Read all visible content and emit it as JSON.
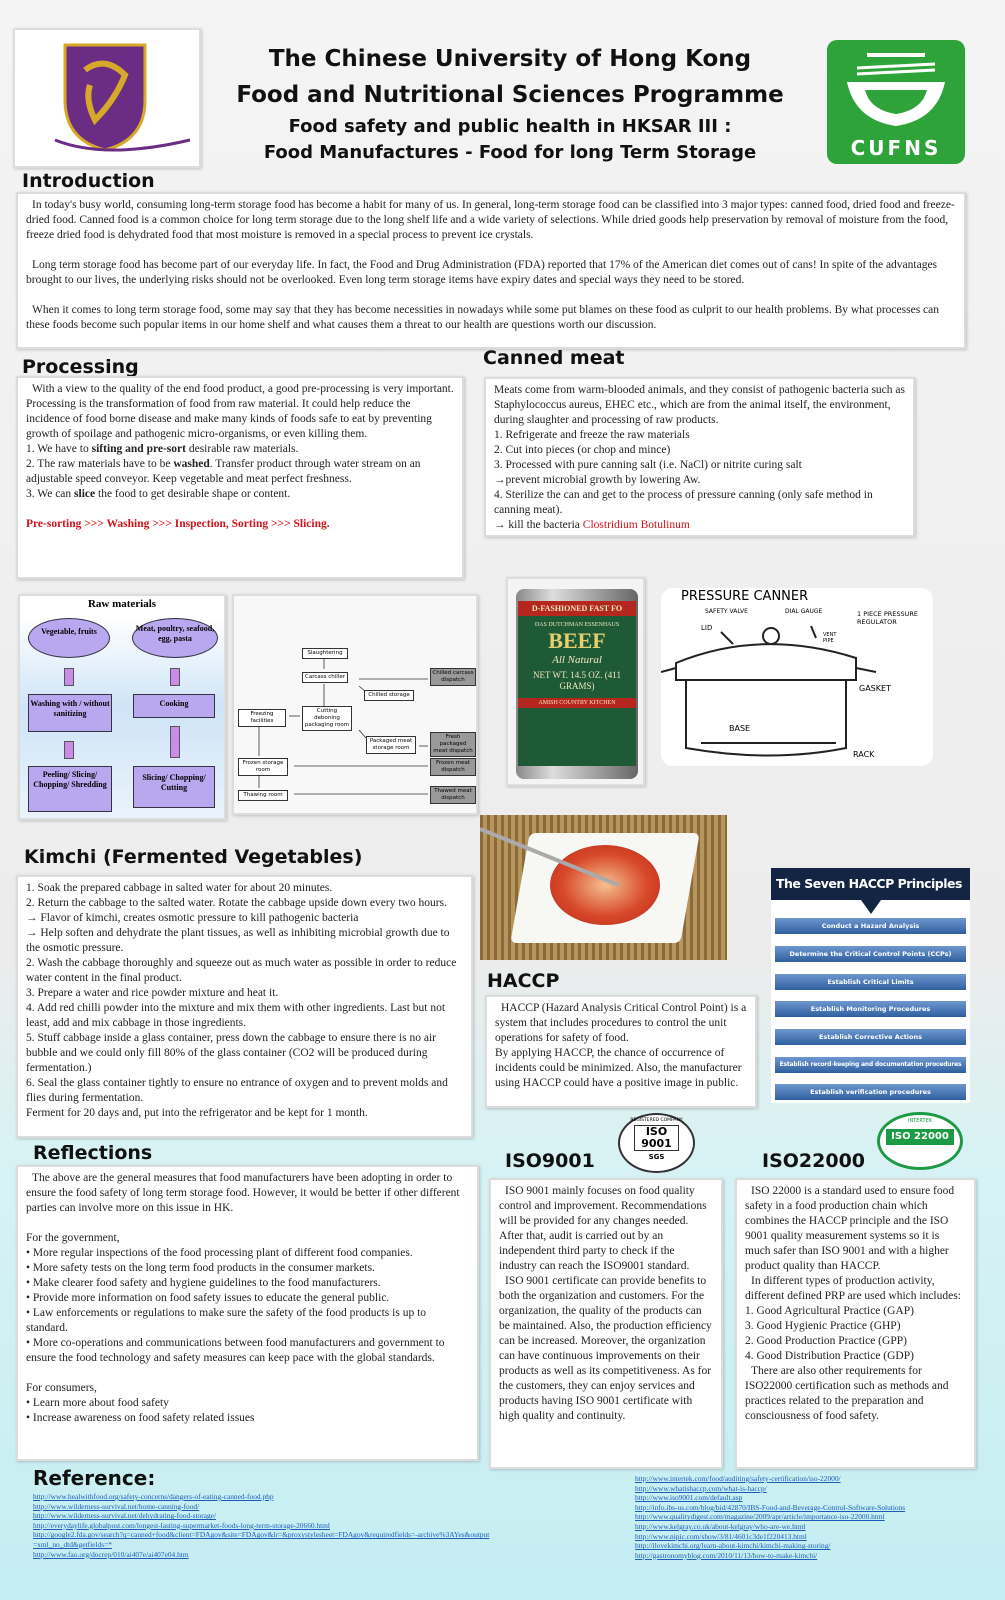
{
  "header": {
    "title1": "The Chinese University of Hong Kong",
    "title2": "Food and Nutritional Sciences Programme",
    "subtitle1": "Food safety and public health in HKSAR III :",
    "subtitle2": "Food Manufactures - Food for long Term Storage",
    "cufns_logo": "CUFNS",
    "colors": {
      "cufns_green": "#2ea33a",
      "cuhk_purple": "#6b2d83",
      "cuhk_gold": "#d7a92a"
    }
  },
  "introduction": {
    "heading": "Introduction",
    "paragraphs": [
      "In today's busy world, consuming long-term storage food has become a habit for many of us. In general, long-term storage food can be classified into 3 major types: canned food, dried food and freeze-dried food. Canned food is a common choice for long term storage due to the long shelf life and a wide variety of selections. While dried goods help preservation by removal of moisture from the food, freeze dried food is dehydrated food that most moisture is removed in a special process to prevent ice crystals.",
      "Long term storage food has become part of our everyday life. In fact, the Food and Drug Administration (FDA) reported that 17% of the American diet comes out of cans! In spite of the advantages brought to our lives, the underlying risks should not be overlooked. Even long term storage items have expiry dates and special ways they need to be stored.",
      "When it comes to long term storage food, some may say that they has become necessities in nowadays while some put blames on these food as culprit to our health problems. By what processes can these foods become such popular items in our home shelf and what causes them a threat to our health are questions worth our discussion."
    ]
  },
  "processing": {
    "heading": "Processing",
    "lines": [
      "With a view to the quality of the end food product, a good pre-processing is very important.",
      "Processing is the transformation of food from raw material. It could help reduce the incidence of food borne disease and make many kinds of foods safe to eat by preventing growth of spoilage and pathogenic micro-organisms, or even killing them."
    ],
    "step1_pre": "1. We have to ",
    "step1_bold": "sifting and pre-sort",
    "step1_post": " desirable raw materials.",
    "step2_pre": "2. The raw materials have to be ",
    "step2_bold": "washed",
    "step2_post": ". Transfer product through water stream on an adjustable speed conveyor. Keep vegetable and meat perfect freshness.",
    "step3_pre": "3. We can ",
    "step3_bold": "slice",
    "step3_post": " the food to get desirable shape or content.",
    "summary": "Pre-sorting >>> Washing >>> Inspection, Sorting >>> Slicing."
  },
  "canned_meat": {
    "heading": "Canned meat",
    "lines": [
      "Meats come from warm-blooded animals, and they consist of pathogenic bacteria such as Staphylococcus aureus, EHEC etc., which are from the animal itself, the environment, during slaughter and processing of raw products.",
      "1. Refrigerate and freeze the raw materials",
      "2. Cut into pieces (or chop and mince)",
      "3. Processed with pure canning salt (i.e. NaCl) or nitrite curing salt",
      "→prevent microbial growth by lowering Aw.",
      "4. Sterilize the can and get to the process of pressure canning (only safe method in canning meat)."
    ],
    "last_pre": "→ kill the bacteria ",
    "last_red": "Clostridium Botulinum"
  },
  "raw_materials": {
    "title": "Raw materials",
    "left_oval": "Vegetable, fruits",
    "right_oval": "Meat, poultry, seafood, egg, pasta",
    "left_step1": "Washing with / without sanitizing",
    "right_step1": "Cooking",
    "left_step2": "Peeling/ Slicing/ Chopping/ Shredding",
    "right_step2": "Slicing/ Chopping/ Cutting"
  },
  "flowchart": {
    "slaughtering": "Slaughtering",
    "carcass_chiller": "Carcass chiller",
    "chilled_storage": "Chilled storage",
    "chilled_dispatch": "Chilled carcass dispatch",
    "freezing": "Freezing facilities",
    "cutting": "Cutting deboning packaging room",
    "packaged": "Packaged meat storage room",
    "fresh_dispatch": "Fresh packaged meat dispatch",
    "frozen_storage": "Frozen storage room",
    "frozen_dispatch": "Frozen meat dispatch",
    "thawing": "Thawing room",
    "thawed_dispatch": "Thawed meat dispatch"
  },
  "can_label": {
    "top": "D-FASHIONED FAST FO",
    "brand": "DAS DUTCHMAN ESSENHAUS",
    "product": "BEEF",
    "natural": "All Natural",
    "weight": "NET WT. 14.5 OZ. (411 GRAMS)",
    "bottom": "AMISH COUNTRY KITCHEN"
  },
  "pressure_canner": {
    "title": "PRESSURE CANNER",
    "safety_valve": "SAFETY VALVE",
    "dial_gauge": "DIAL GAUGE",
    "lid": "LID",
    "regulator": "1 PIECE PRESSURE REGULATOR",
    "vent": "VENT PIPE",
    "gasket": "GASKET",
    "base": "BASE",
    "rack": "RACK"
  },
  "kimchi": {
    "heading": "Kimchi (Fermented Vegetables)",
    "lines": [
      "1. Soak the prepared cabbage in salted water for about 20 minutes.",
      "2. Return the cabbage to the salted water. Rotate the cabbage upside down every two hours.",
      "→ Flavor of kimchi, creates osmotic pressure to kill pathogenic bacteria",
      "→ Help soften and dehydrate the plant tissues, as well as inhibiting microbial growth due to the osmotic pressure.",
      "2. Wash the cabbage thoroughly and squeeze out as much water as possible in order to reduce water content in the final product.",
      "3. Prepare a water and rice powder mixture and heat it.",
      "4. Add red chilli powder into the mixture and mix them with other ingredients. Last but not least, add and mix cabbage in those ingredients.",
      "5. Stuff cabbage inside a glass container, press down the cabbage to ensure there is no air bubble and we could only fill 80% of the glass container (CO2 will be produced during fermentation.)",
      "6. Seal the glass container tightly to ensure no entrance of oxygen and to prevent molds and flies during fermentation.",
      "Ferment for 20 days and, put into the refrigerator and be kept for 1 month."
    ]
  },
  "haccp": {
    "heading": "HACCP",
    "lines": [
      "HACCP (Hazard Analysis Critical Control Point) is a system that includes procedures to control the unit operations for safety of food.",
      "By applying HACCP, the chance of occurrence of incidents could be minimized. Also, the manufacturer using HACCP could have a positive image in public."
    ]
  },
  "haccp_principles": {
    "title": "The Seven HACCP Principles",
    "items": [
      "Conduct a Hazard Analysis",
      "Determine the Critical Control Points (CCPs)",
      "Establish Critical Limits",
      "Establish Monitoring Procedures",
      "Establish Corrective Actions",
      "Establish record-keeping and documentation procedures",
      "Establish verification procedures"
    ]
  },
  "reflections": {
    "heading": "Reflections",
    "lines": [
      "The above are the general measures that food manufacturers have been adopting in order to ensure the food safety of long term storage food. However, it would be better if other different parties can involve more on this issue in HK.",
      "",
      "For the government,",
      "• More regular inspections of the food processing plant of different food companies.",
      "• More safety tests on the long term food products in the consumer markets.",
      "• Make clearer food safety and hygiene guidelines to the food manufacturers.",
      "• Provide more information on food safety issues to educate the general public.",
      "• Law enforcements or regulations to make sure the safety of the food products is up to standard.",
      "• More co-operations and communications between food manufacturers and government to ensure the food technology and safety measures can keep pace with the global standards.",
      "",
      "For consumers,",
      "• Learn more about food safety",
      "• Increase awareness on food safety related issues"
    ]
  },
  "iso9001": {
    "heading": "ISO9001",
    "logo": "ISO 9001",
    "logo_ring": "REGISTERED COMPANY",
    "logo_sgs": "SGS",
    "lines": [
      "ISO 9001 mainly focuses on food quality control and improvement. Recommendations will be provided for any changes needed. After that, audit is carried out by an independent third party to check if the industry can reach the ISO9001 standard.",
      "ISO 9001 certificate can provide benefits to both the organization and customers. For the organization, the quality of the products can be maintained. Also, the production efficiency can be increased. Moreover, the organization can have continuous improvements on their products as well as its competitiveness. As for the customers, they can enjoy services and products having ISO 9001 certificate with high quality and continuity."
    ]
  },
  "iso22000": {
    "heading": "ISO22000",
    "logo": "ISO 22000",
    "logo_ring": "INTERTEK",
    "lines": [
      "ISO 22000 is a standard used to ensure food safety in a food production chain which combines the HACCP principle and the ISO 9001 quality measurement systems so it is much safer than ISO 9001 and with a higher product quality than HACCP.",
      "In different types of production activity, different defined PRP are used which includes:",
      "1. Good Agricultural Practice (GAP)",
      "3. Good Hygienic Practice (GHP)",
      "2. Good Production Practice (GPP)",
      "4. Good Distribution Practice (GDP)",
      "There are also other requirements for ISO22000 certification such as methods and practices related to the preparation and consciousness of food safety."
    ]
  },
  "references": {
    "heading": "Reference:",
    "left": [
      "http://www.healwithfood.org/safety-concerns/dangers-of-eating-canned-food.php",
      "http://www.wilderness-survival.net/home-canning-food/",
      "http://www.wilderness-survival.net/dehydrating-food-storage/",
      "http://everydaylife.globalpost.com/longest-lasting-supermarket-foods-long-term-storage-20660.html",
      "http://google2.fda.gov/search?q=canned+food&client=FDAgov&site=FDAgov&lr=&proxystylesheet=FDAgov&requiredfields=-archive%3AYes&output=xml_no_dtd&getfields=*",
      "http://www.fao.org/docrep/010/ai407e/ai407e04.htm"
    ],
    "right": [
      "http://www.intertek.com/food/auditing/safety-certification/iso-22000/",
      "http://www.whatishaccp.com/what-is-haccp/",
      "http://www.iso9001.com/default.asp",
      "http://info.ibs-us.com/blog/bid/42870/IBS-Food-and-Beverage-Control-Software-Solutions",
      "http://www.qualitydigest.com/magazine/2009/apr/article/importance-iso-22000.html",
      "http://www.kelgray.co.uk/about-kelgray/who-are-we.html",
      "http://www.nipic.com/show/3/81/4601c3de1f220413.html",
      "http://ilovekimchi.org/learn-about-kimchi/kimchi-making-storing/",
      "http://gastronomyblog.com/2010/11/13/how-to-make-kimchi/"
    ]
  }
}
